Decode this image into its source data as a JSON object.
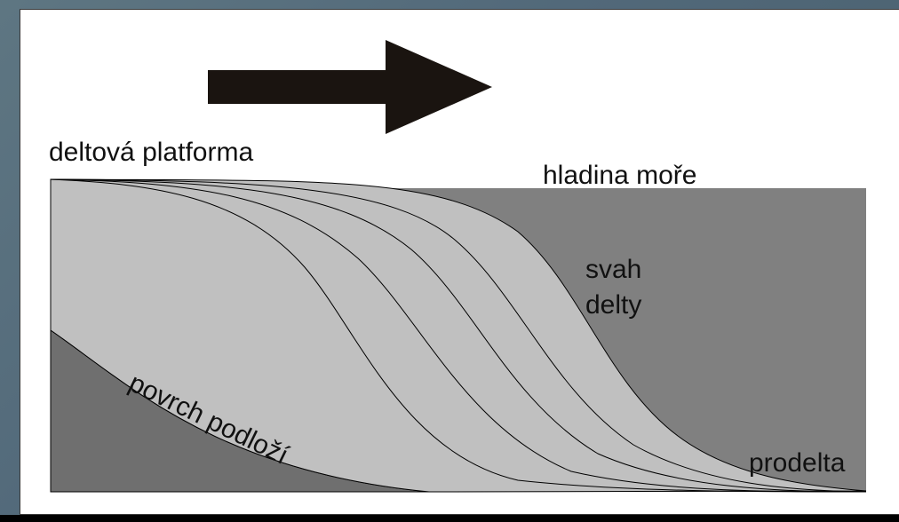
{
  "labels": {
    "platform": "deltová platforma",
    "sea_level": "hladina moře",
    "slope_line1": "svah",
    "slope_line2": "delty",
    "basement": "povrch podloží",
    "prodelta": "prodelta"
  },
  "colors": {
    "background": "#4f6672",
    "slide": "#ffffff",
    "water": "#808080",
    "basement": "#6f6f6f",
    "deposit": "#c0c0c0",
    "arrow": "#1a1410",
    "outline": "#000000"
  }
}
